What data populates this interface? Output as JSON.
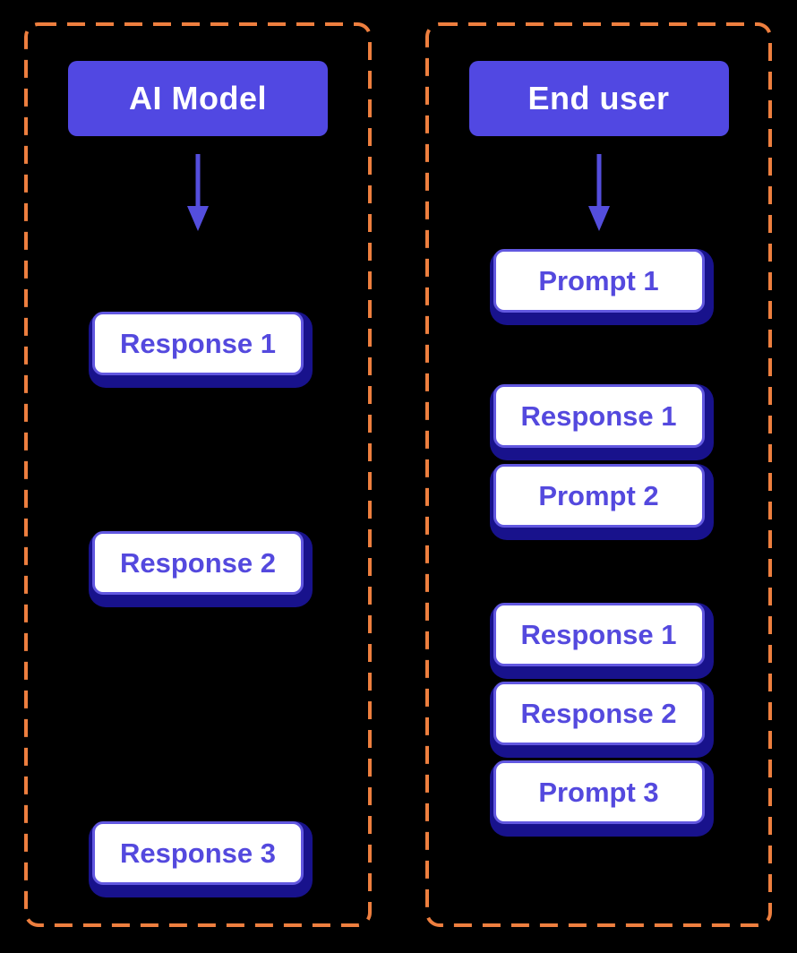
{
  "colors": {
    "background": "#000000",
    "panel_dashed_border": "#EE7F3F",
    "header_background": "#5148E2",
    "header_text": "#FFFFFF",
    "card_background": "#FFFFFF",
    "card_border": "#6258E0",
    "card_text": "#5449DE",
    "card_shadow": "#18128C",
    "arrow": "#544EDD"
  },
  "left_column": {
    "header": "AI Model",
    "items": [
      "Response 1",
      "Response 2",
      "Response 3"
    ]
  },
  "right_column": {
    "header": "End user",
    "items": [
      "Prompt 1",
      "Response 1",
      "Prompt 2",
      "Response 1",
      "Response 2",
      "Prompt 3"
    ]
  }
}
